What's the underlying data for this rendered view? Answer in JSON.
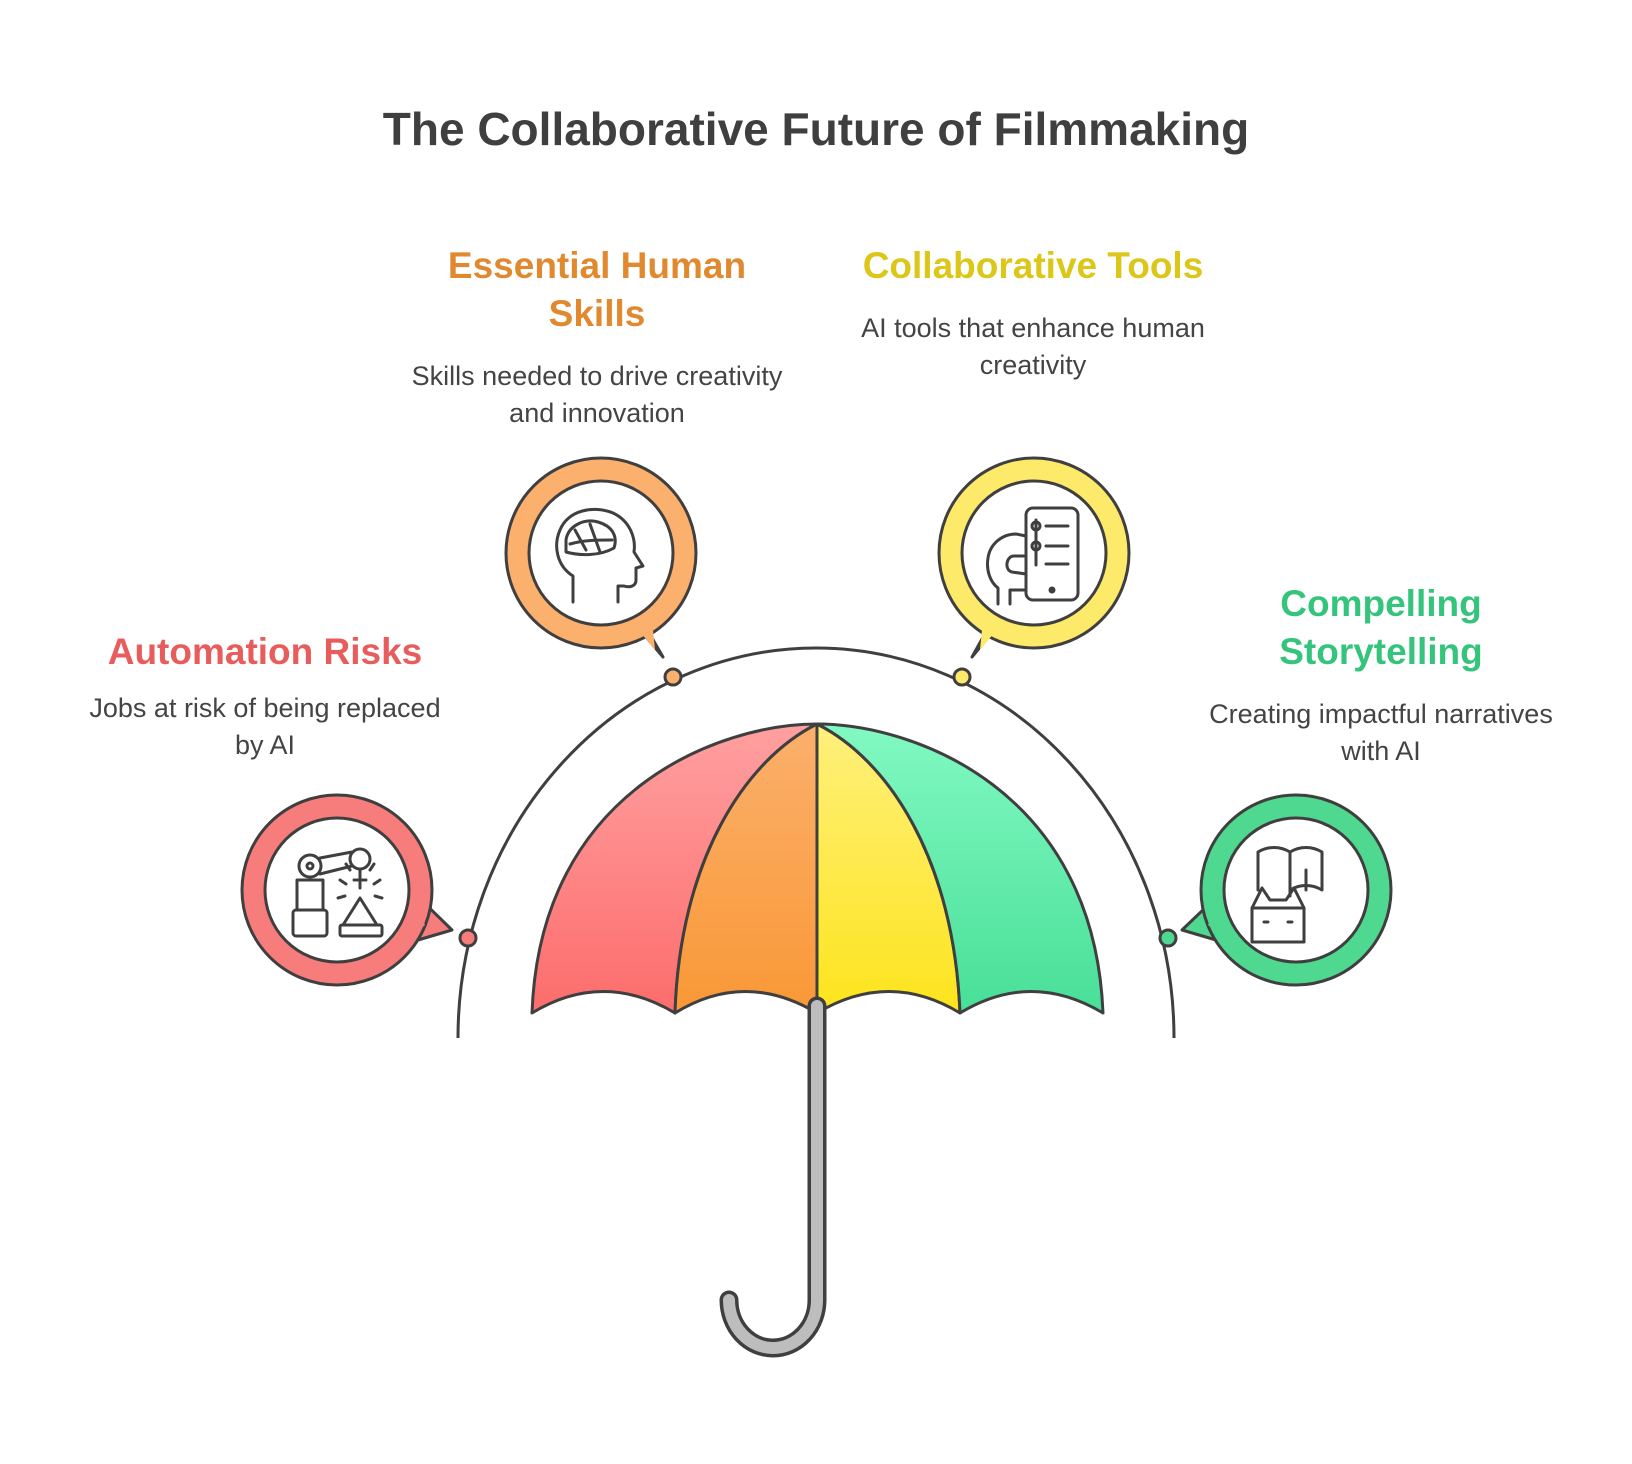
{
  "title": "The Collaborative Future of Filmmaking",
  "items": [
    {
      "key": "automation",
      "title": "Automation Risks",
      "description": "Jobs at risk of being replaced by AI",
      "color": "#e85c5c",
      "fill": "#f77d7d",
      "icon": "robot-arm-icon"
    },
    {
      "key": "human",
      "title": "Essential Human Skills",
      "description": "Skills needed to drive creativity and innovation",
      "color": "#e0892f",
      "fill": "#fbb06d",
      "icon": "head-brain-icon"
    },
    {
      "key": "tools",
      "title": "Collaborative Tools",
      "description": "AI tools that enhance human creativity",
      "color": "#dcc618",
      "fill": "#fde96a",
      "icon": "human-phone-icon"
    },
    {
      "key": "story",
      "title": "Compelling Storytelling",
      "description": "Creating impactful narratives with AI",
      "color": "#35c47c",
      "fill": "#4fd890",
      "icon": "robot-book-icon"
    }
  ]
}
